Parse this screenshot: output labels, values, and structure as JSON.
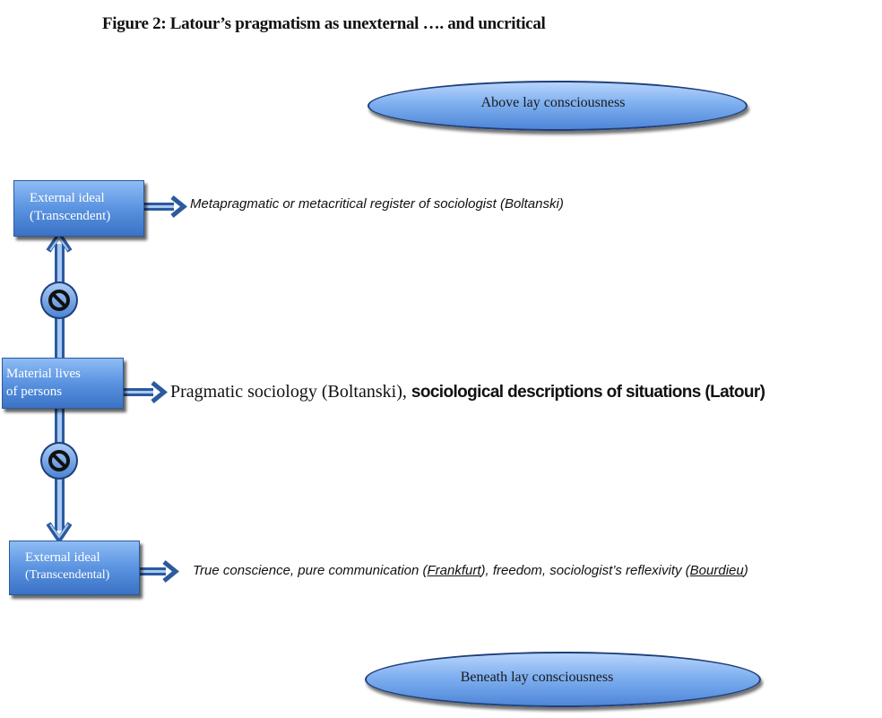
{
  "title": "Figure 2: Latour’s pragmatism as unexternal …. and uncritical",
  "ellipses": {
    "top": "Above lay consciousness",
    "bottom": "Beneath lay consciousness"
  },
  "boxes": {
    "top": {
      "line1": "External ideal",
      "line2": "(Transcendent)"
    },
    "middle": {
      "line1": "Material lives",
      "line2": "of persons"
    },
    "bottom": {
      "line1": "External ideal",
      "line2": "(Transcendental)"
    }
  },
  "labels": {
    "top": "Metapragmatic or metacritical register of sociologist (Boltanski)",
    "middle_plain": "Pragmatic sociology (Boltanski), ",
    "middle_bold": "sociological descriptions of situations (Latour)",
    "bottom_a": "True conscience, pure communication (",
    "bottom_frankfurt": "Frankfurt",
    "bottom_b": "), freedom, sociologist’s reflexivity (",
    "bottom_bourdieu": "Bourdieu",
    "bottom_c": ")"
  },
  "icons": [
    "prohibition-icon",
    "prohibition-icon",
    "arrow-right-icon",
    "arrow-double-vertical-icon"
  ]
}
